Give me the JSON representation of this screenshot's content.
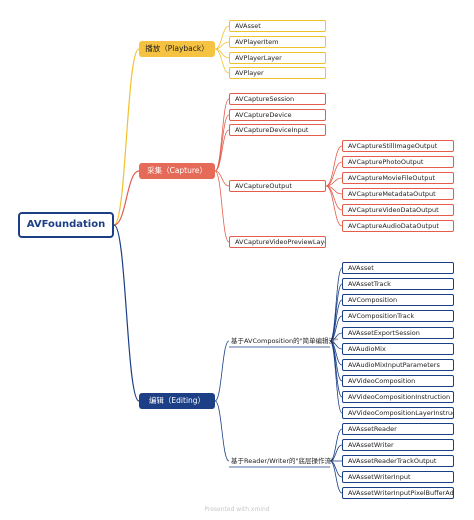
{
  "root": "AVFoundation",
  "branches": {
    "playback": {
      "label": "播放（Playback）",
      "items": [
        "AVAsset",
        "AVPlayerItem",
        "AVPlayerLayer",
        "AVPlayer"
      ]
    },
    "capture": {
      "label": "采集（Capture）",
      "items": [
        "AVCaptureSession",
        "AVCaptureDevice",
        "AVCaptureDeviceInput",
        "AVCaptureOutput",
        "AVCaptureVideoPreviewLayer"
      ],
      "output_children": [
        "AVCaptureStillImageOutput",
        "AVCapturePhotoOutput",
        "AVCaptureMovieFileOutput",
        "AVCaptureMetadataOutput",
        "AVCaptureVideoDataOutput",
        "AVCaptureAudioDataOutput"
      ]
    },
    "editing": {
      "label": "编辑（Editing）",
      "group1": {
        "label": "基于AVComposition的\"简单编辑流\"",
        "items": [
          "AVAsset",
          "AVAssetTrack",
          "AVComposition",
          "AVCompositionTrack",
          "AVAssetExportSession",
          "AVAudioMix",
          "AVAudioMixInputParameters",
          "AVVideoComposition",
          "AVVideoCompositionInstruction",
          "AVVideoCompositionLayerInstruction"
        ]
      },
      "group2": {
        "label": "基于Reader/Writer的\"底层操作流\"",
        "items": [
          "AVAssetReader",
          "AVAssetWriter",
          "AVAssetReaderTrackOutput",
          "AVAssetWriterInput",
          "AVAssetWriterInputPixelBufferAdaptor"
        ]
      }
    }
  },
  "footer": "Presented with xmind",
  "colors": {
    "playback": "#f2c12e",
    "capture": "#e35d4c",
    "editing": "#1a3f86"
  }
}
